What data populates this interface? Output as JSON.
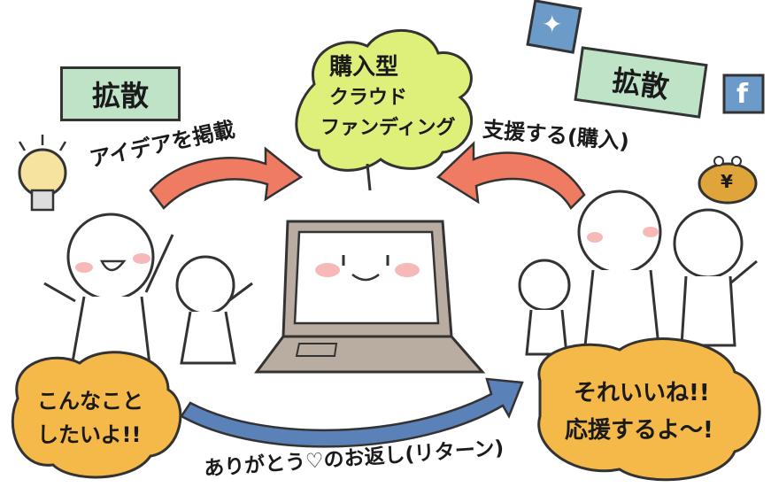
{
  "center_cloud": {
    "line1": "購入型",
    "line2": "クラウド",
    "line3": "ファンディング"
  },
  "left_tag": "拡散",
  "right_tag": "拡散",
  "left_arrow_label": "アイデアを掲載",
  "right_arrow_label": "支援する(購入)",
  "bottom_arrow_label": "ありがとう♡のお返し(リターン)",
  "left_bubble": {
    "line1": "こんなこと",
    "line2": "したいよ!!"
  },
  "right_bubble": {
    "line1": "それいいね!!",
    "line2": "応援するよ〜!"
  },
  "social_icons": {
    "twitter": "bird-icon",
    "facebook": "f"
  },
  "wallet_symbol": "¥",
  "colors": {
    "cloud_fill": "#dff07a",
    "bubble_fill": "#f5b94a",
    "tag_fill": "#bfe3c6",
    "arrow_red": "#f07b63",
    "arrow_blue": "#5b82b8",
    "laptop_body": "#b9ada2",
    "cheek": "#f7b8b8"
  }
}
